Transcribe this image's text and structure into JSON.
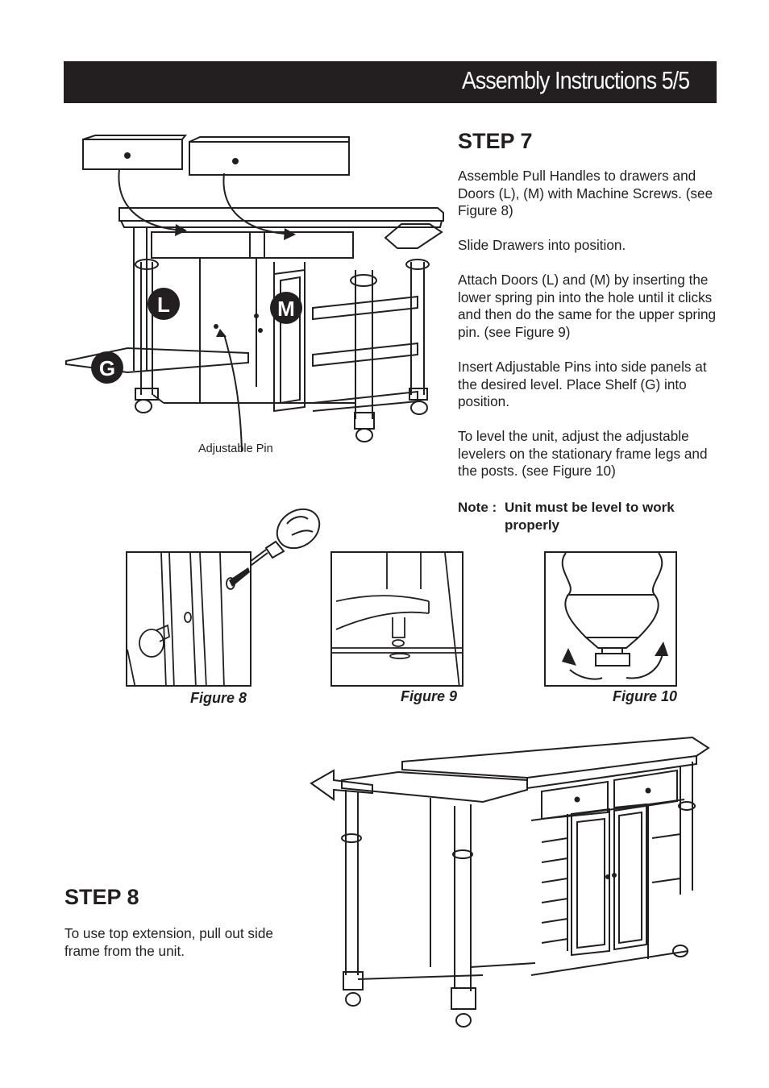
{
  "header": {
    "title": "Assembly Instructions 5/5"
  },
  "step7": {
    "heading": "STEP 7",
    "paragraphs": [
      "Assemble Pull Handles to drawers and Doors (L), (M) with Machine Screws. (see Figure 8)",
      "Slide Drawers into position.",
      "Attach Doors (L) and (M) by inserting the lower spring pin into the hole until it clicks and then do the same for the upper spring pin. (see Figure 9)",
      "Insert Adjustable Pins into side panels at the desired level. Place Shelf (G) into position.",
      "To level the unit, adjust the adjustable levelers on the stationary frame legs and the posts. (see Figure 10)"
    ],
    "note_label": "Note :",
    "note_text": "Unit must be level to work properly"
  },
  "diagram": {
    "part_labels": {
      "door_l": "L",
      "door_m": "M",
      "shelf_g": "G"
    },
    "adjustable_pin_label": "Adjustable Pin"
  },
  "figures": {
    "figure8": "Figure 8",
    "figure9": "Figure 9",
    "figure10": "Figure 10"
  },
  "step8": {
    "heading": "STEP 8",
    "text": "To use top extension, pull out side frame from the unit."
  },
  "colors": {
    "ink": "#231f20",
    "header_bg": "#231f20",
    "header_text": "#ffffff"
  }
}
